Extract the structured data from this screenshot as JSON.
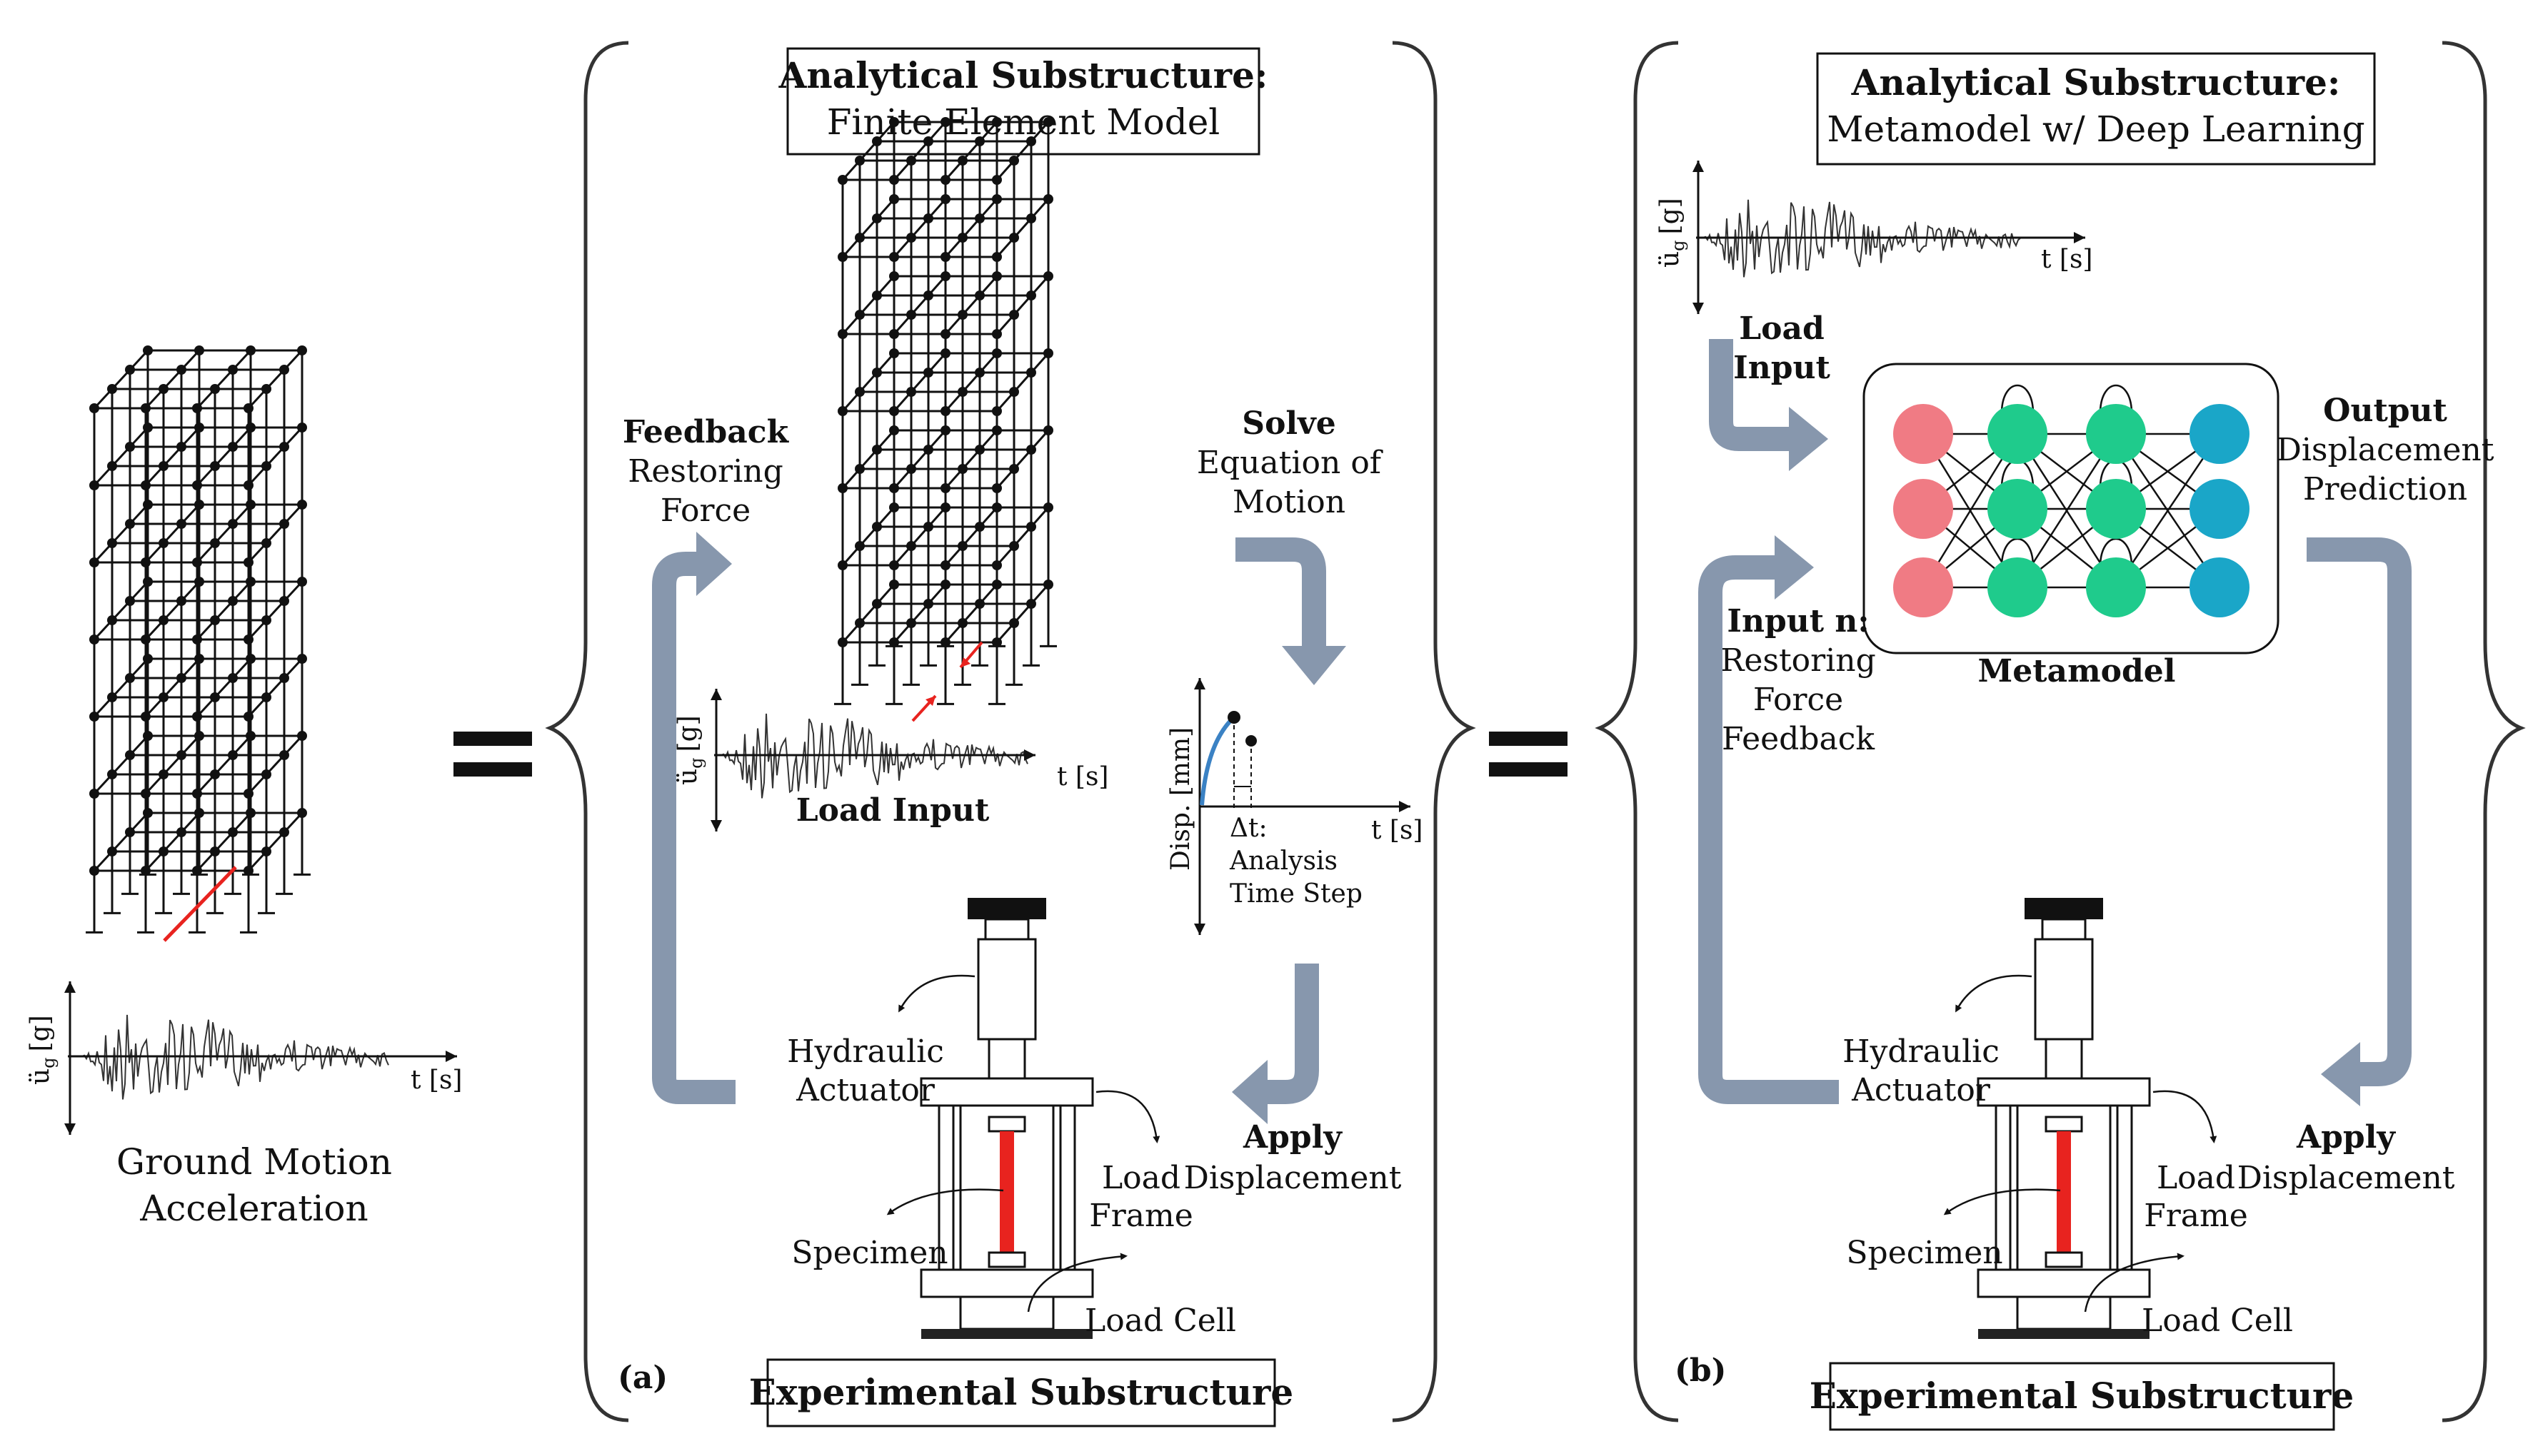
{
  "labels": {
    "ground_motion_l1": "Ground Motion",
    "ground_motion_l2": "Acceleration",
    "axis_t": "t [s]",
    "axis_ug": "ü",
    "axis_ug_sub": "g",
    "axis_ug_unit": "[g]",
    "panel_a": "(a)",
    "panel_b": "(b)"
  },
  "panel_a": {
    "title_l1": "Analytical Substructure:",
    "title_l2": "Finite Element Model",
    "feedback_l1": "Feedback",
    "feedback_l2": "Restoring",
    "feedback_l3": "Force",
    "solve_l1": "Solve",
    "solve_l2": "Equation of",
    "solve_l3": "Motion",
    "load_input": "Load Input",
    "disp_axis": "Disp. [mm]",
    "dt_l1": "Δt:",
    "dt_l2": "Analysis",
    "dt_l3": "Time Step",
    "apply_l1": "Apply",
    "apply_l2": "Displacement",
    "hydraulic_l1": "Hydraulic",
    "hydraulic_l2": "Actuator",
    "load_frame_l1": "Load",
    "load_frame_l2": "Frame",
    "specimen": "Specimen",
    "load_cell": "Load Cell",
    "experimental": "Experimental Substructure"
  },
  "panel_b": {
    "title_l1": "Analytical Substructure:",
    "title_l2": "Metamodel w/ Deep Learning",
    "load_l1": "Load",
    "load_l2": "Input",
    "output_l1": "Output",
    "output_l2": "Displacement",
    "output_l3": "Prediction",
    "input_n_l1": "Input n:",
    "input_n_l2": "Restoring",
    "input_n_l3": "Force",
    "input_n_l4": "Feedback",
    "metamodel": "Metamodel",
    "hydraulic_l1": "Hydraulic",
    "hydraulic_l2": "Actuator",
    "apply_l1": "Apply",
    "apply_l2": "Displacement",
    "load_frame_l1": "Load",
    "load_frame_l2": "Frame",
    "specimen": "Specimen",
    "load_cell": "Load Cell",
    "experimental": "Experimental Substructure"
  },
  "colors": {
    "arrow": "#8797ad",
    "input_node": "#f07b84",
    "hidden_node": "#1fcb8c",
    "output_node": "#1aa6c8",
    "specimen": "#e8231f",
    "curve": "#3b82c4"
  }
}
